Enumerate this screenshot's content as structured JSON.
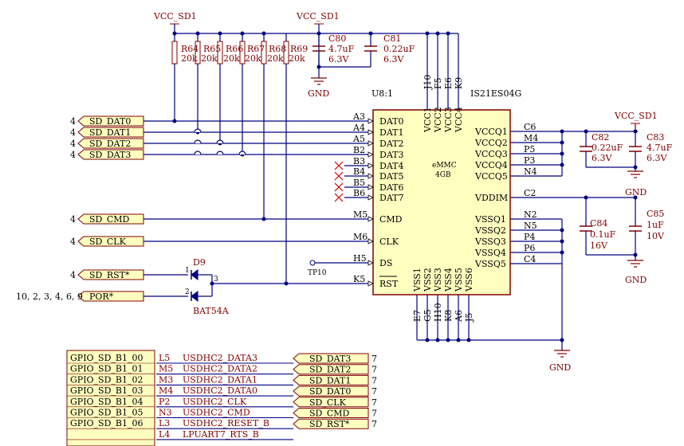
{
  "power": {
    "vcc_left": "VCC_SD1",
    "vcc_mid": "VCC_SD1",
    "vcc_right": "VCC_SD1",
    "gnd_top": "GND",
    "gnd_right1": "GND",
    "gnd_right2": "GND",
    "gnd_bottom": "GND"
  },
  "resistors": [
    {
      "name": "R64",
      "value": "20k"
    },
    {
      "name": "R65",
      "value": "20k"
    },
    {
      "name": "R66",
      "value": "20k"
    },
    {
      "name": "R67",
      "value": "20k"
    },
    {
      "name": "R68",
      "value": "20k"
    },
    {
      "name": "R69",
      "value": "20k"
    }
  ],
  "caps": {
    "c80": {
      "name": "C80",
      "value": "4.7uF",
      "voltage": "6.3V"
    },
    "c81": {
      "name": "C81",
      "value": "0.22uF",
      "voltage": "6.3V"
    },
    "c82": {
      "name": "C82",
      "value": "0.22uF",
      "voltage": "6.3V"
    },
    "c83": {
      "name": "C83",
      "value": "4.7uF",
      "voltage": "6.3V"
    },
    "c84": {
      "name": "C84",
      "value": "0.1uF",
      "voltage": "16V"
    },
    "c85": {
      "name": "C85",
      "value": "1uF",
      "voltage": "10V"
    }
  },
  "chip": {
    "ref": "U8:1",
    "part": "IS21ES04G",
    "type": "eMMC",
    "size": "4GB",
    "left_pins": [
      {
        "pin": "A3",
        "name": "DAT0"
      },
      {
        "pin": "A4",
        "name": "DAT1"
      },
      {
        "pin": "A5",
        "name": "DAT2"
      },
      {
        "pin": "B2",
        "name": "DAT3"
      },
      {
        "pin": "B3",
        "name": "DAT4"
      },
      {
        "pin": "B4",
        "name": "DAT5"
      },
      {
        "pin": "B5",
        "name": "DAT6"
      },
      {
        "pin": "B6",
        "name": "DAT7"
      },
      {
        "pin": "M5",
        "name": "CMD"
      },
      {
        "pin": "M6",
        "name": "CLK"
      },
      {
        "pin": "H5",
        "name": "DS"
      },
      {
        "pin": "K5",
        "name": "RST"
      }
    ],
    "top_pins": [
      {
        "pin": "J10",
        "name": "VCC1"
      },
      {
        "pin": "F5",
        "name": "VCC2"
      },
      {
        "pin": "E6",
        "name": "VCC3"
      },
      {
        "pin": "K9",
        "name": "VCC4"
      }
    ],
    "right_pins": [
      {
        "pin": "C6",
        "name": "VCCQ1"
      },
      {
        "pin": "M4",
        "name": "VCCQ2"
      },
      {
        "pin": "P5",
        "name": "VCCQ3"
      },
      {
        "pin": "P3",
        "name": "VCCQ4"
      },
      {
        "pin": "N4",
        "name": "VCCQ5"
      },
      {
        "pin": "C2",
        "name": "VDDIM"
      },
      {
        "pin": "N2",
        "name": "VSSQ1"
      },
      {
        "pin": "N5",
        "name": "VSSQ2"
      },
      {
        "pin": "P4",
        "name": "VSSQ3"
      },
      {
        "pin": "P6",
        "name": "VSSQ4"
      },
      {
        "pin": "C4",
        "name": "VSSQ5"
      }
    ],
    "bottom_pins": [
      {
        "pin": "E7",
        "name": "VSS1"
      },
      {
        "pin": "G5",
        "name": "VSS2"
      },
      {
        "pin": "H10",
        "name": "VSS3"
      },
      {
        "pin": "K8",
        "name": "VSS4"
      },
      {
        "pin": "A6",
        "name": "VSS5"
      },
      {
        "pin": "J5",
        "name": "VSS6"
      }
    ]
  },
  "ports_left": [
    {
      "sheet": "4",
      "label": "SD_DAT0"
    },
    {
      "sheet": "4",
      "label": "SD_DAT1"
    },
    {
      "sheet": "4",
      "label": "SD_DAT2"
    },
    {
      "sheet": "4",
      "label": "SD_DAT3"
    },
    {
      "sheet": "4",
      "label": "SD_CMD"
    },
    {
      "sheet": "4",
      "label": "SD_CLK"
    },
    {
      "sheet": "4",
      "label": "SD_RST*"
    },
    {
      "sheet": "10, 2, 3, 4, 6, 9",
      "label": "POR*"
    }
  ],
  "diode": {
    "name": "D9",
    "part": "BAT54A",
    "pin1": "1",
    "pin2": "2",
    "pin3": "3"
  },
  "testpoint": "TP10",
  "gpio_table": [
    {
      "gpio": "GPIO_SD_B1_00",
      "pin": "L5",
      "func": "USDHC2_DATA3",
      "port": "SD_DAT3",
      "sheet": "7"
    },
    {
      "gpio": "GPIO_SD_B1_01",
      "pin": "M5",
      "func": "USDHC2_DATA2",
      "port": "SD_DAT2",
      "sheet": "7"
    },
    {
      "gpio": "GPIO_SD_B1_02",
      "pin": "M3",
      "func": "USDHC2_DATA1",
      "port": "SD_DAT1",
      "sheet": "7"
    },
    {
      "gpio": "GPIO_SD_B1_03",
      "pin": "M4",
      "func": "USDHC2_DATA0",
      "port": "SD_DAT0",
      "sheet": "7"
    },
    {
      "gpio": "GPIO_SD_B1_04",
      "pin": "P2",
      "func": "USDHC2_CLK",
      "port": "SD_CLK",
      "sheet": "7"
    },
    {
      "gpio": "GPIO_SD_B1_05",
      "pin": "N3",
      "func": "USDHC2_CMD",
      "port": "SD_CMD",
      "sheet": "7"
    },
    {
      "gpio": "GPIO_SD_B1_06",
      "pin": "L3",
      "func": "USDHC2_RESET_B",
      "port": "SD_RST*",
      "sheet": "7"
    },
    {
      "gpio": "",
      "pin": "L4",
      "func": "LPUART7_RTS_B",
      "port": "",
      "sheet": ""
    }
  ]
}
